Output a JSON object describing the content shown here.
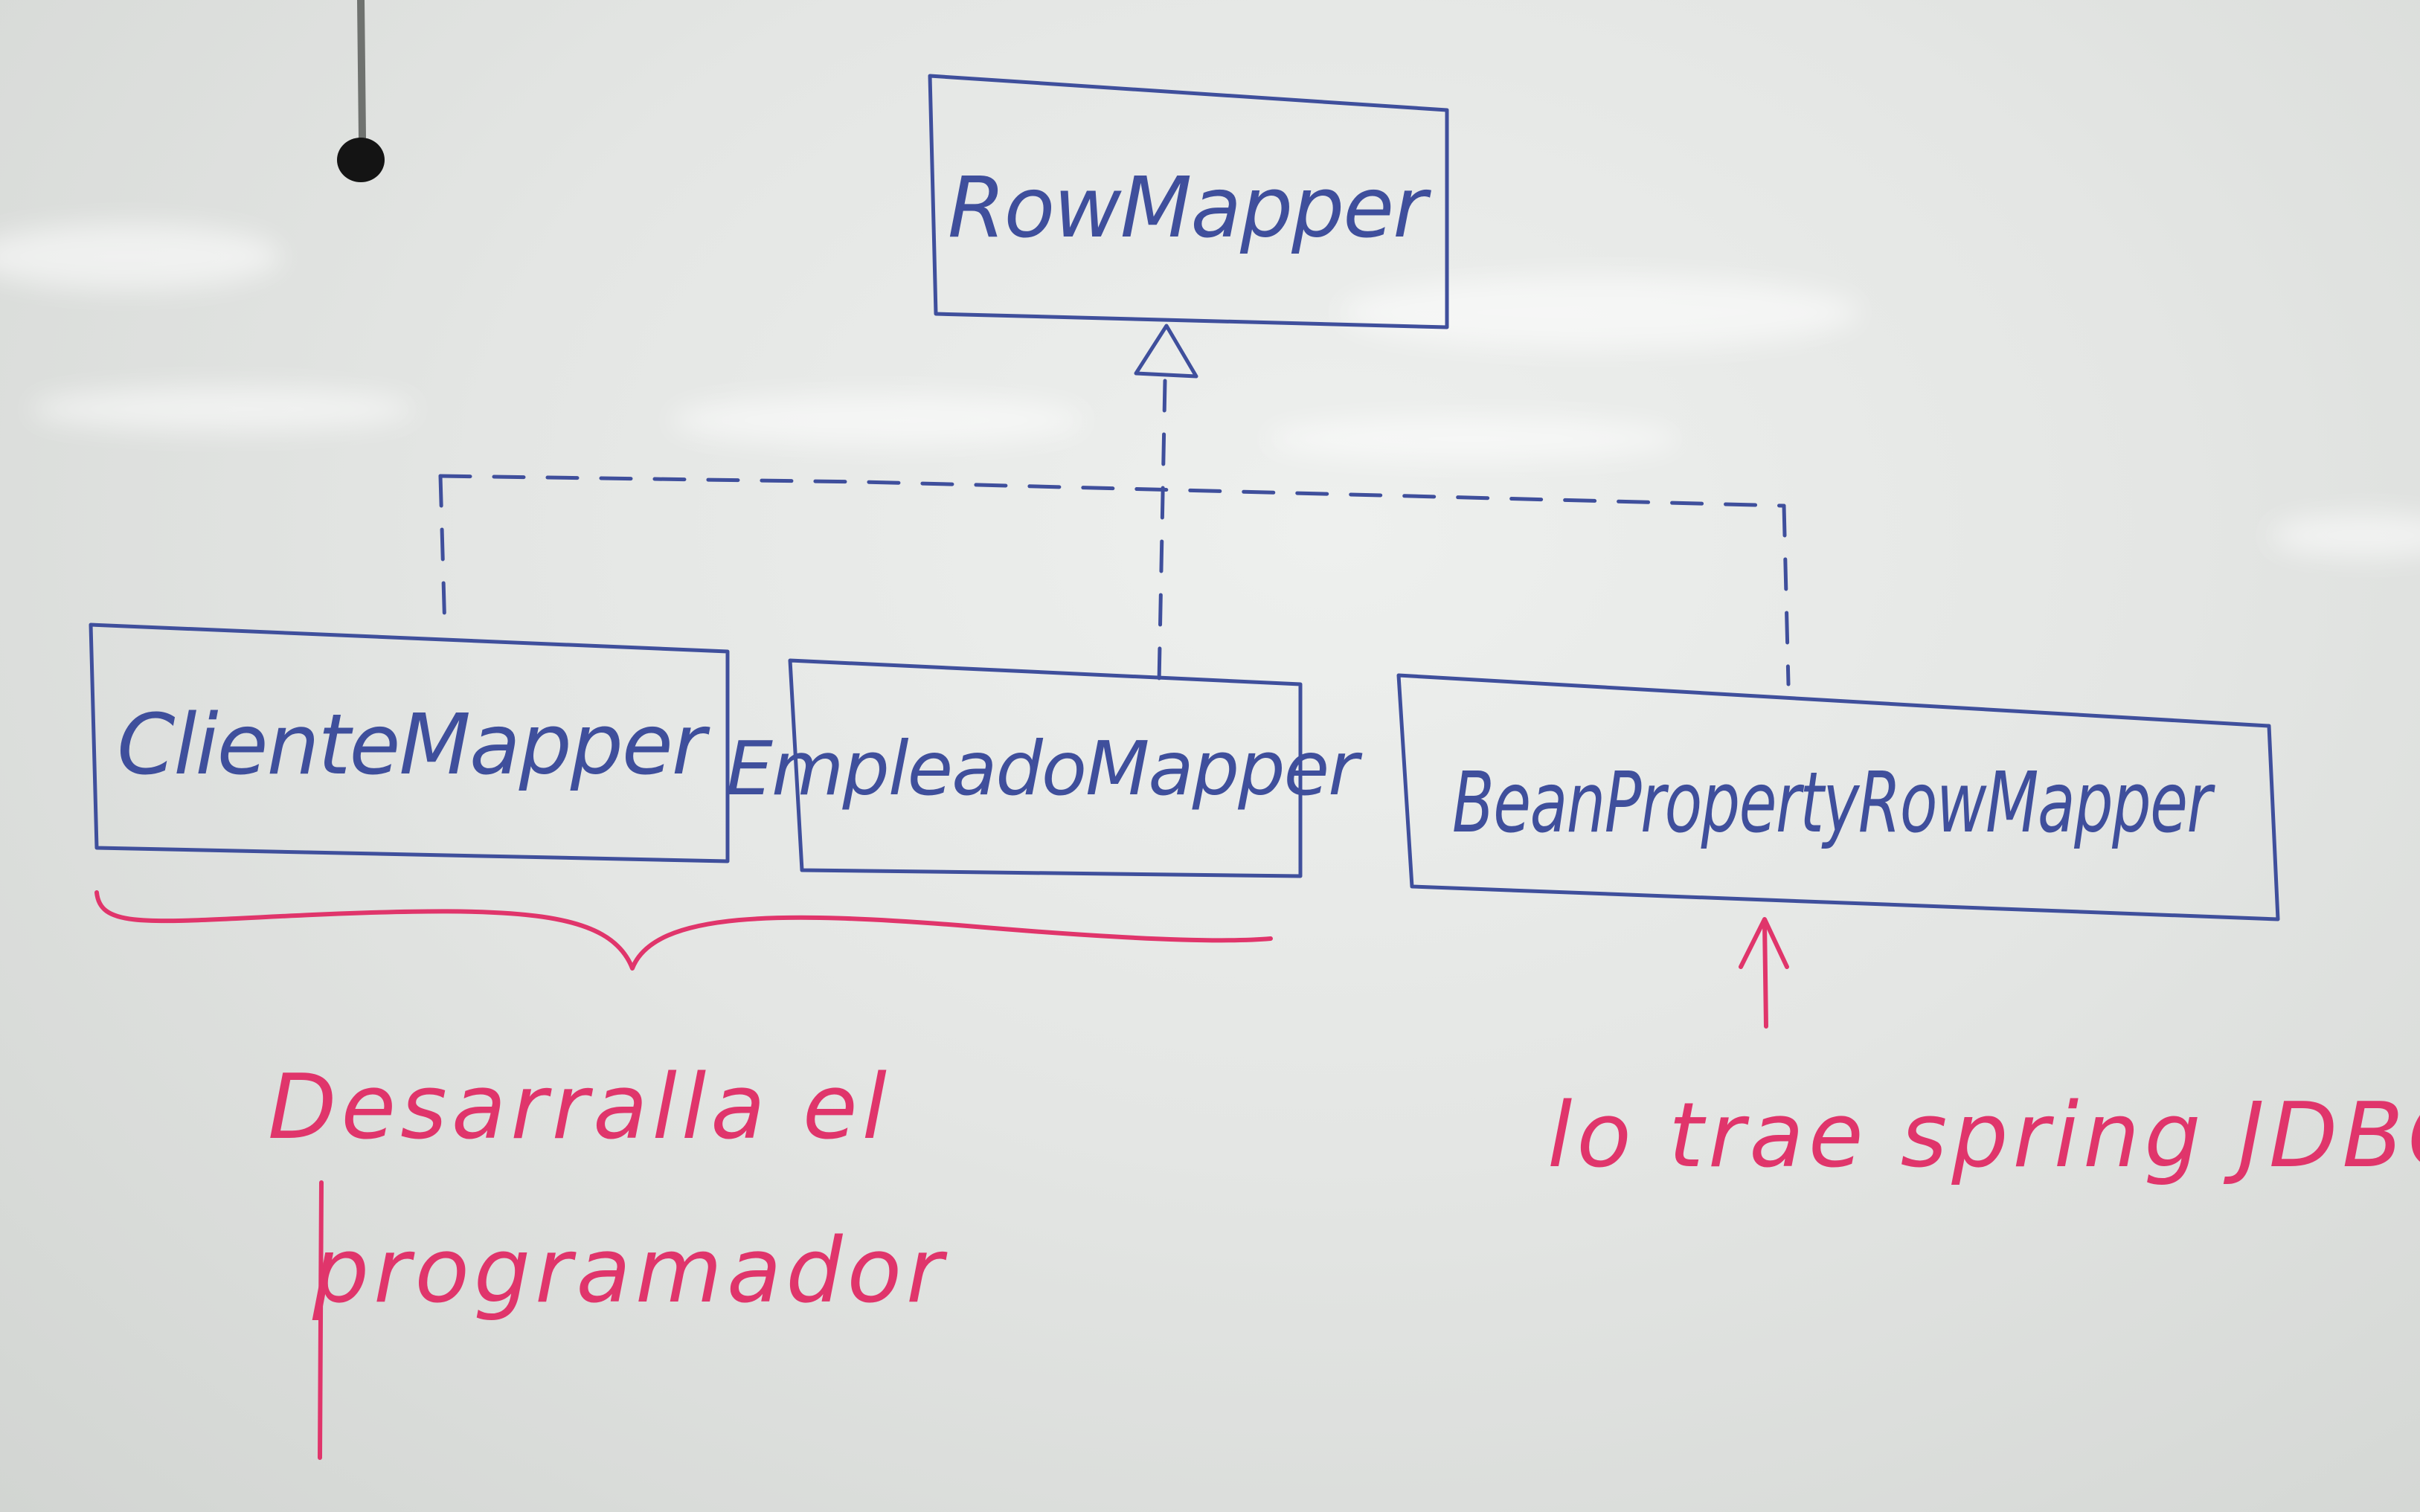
{
  "diagram": {
    "colors": {
      "blue_ink": "#3f4f9c",
      "red_ink": "#e0356b",
      "board": "#e7e9e7"
    },
    "interface": {
      "label": "RowMapper"
    },
    "implementations": [
      {
        "label": "ClienteMapper"
      },
      {
        "label": "EmpleadoMapper"
      },
      {
        "label": "BeanPropertyRowMapper"
      }
    ],
    "notes": {
      "developer_line1": "Desarralla el",
      "developer_line2": "programador",
      "framework": "lo trae spring JDBC"
    }
  }
}
